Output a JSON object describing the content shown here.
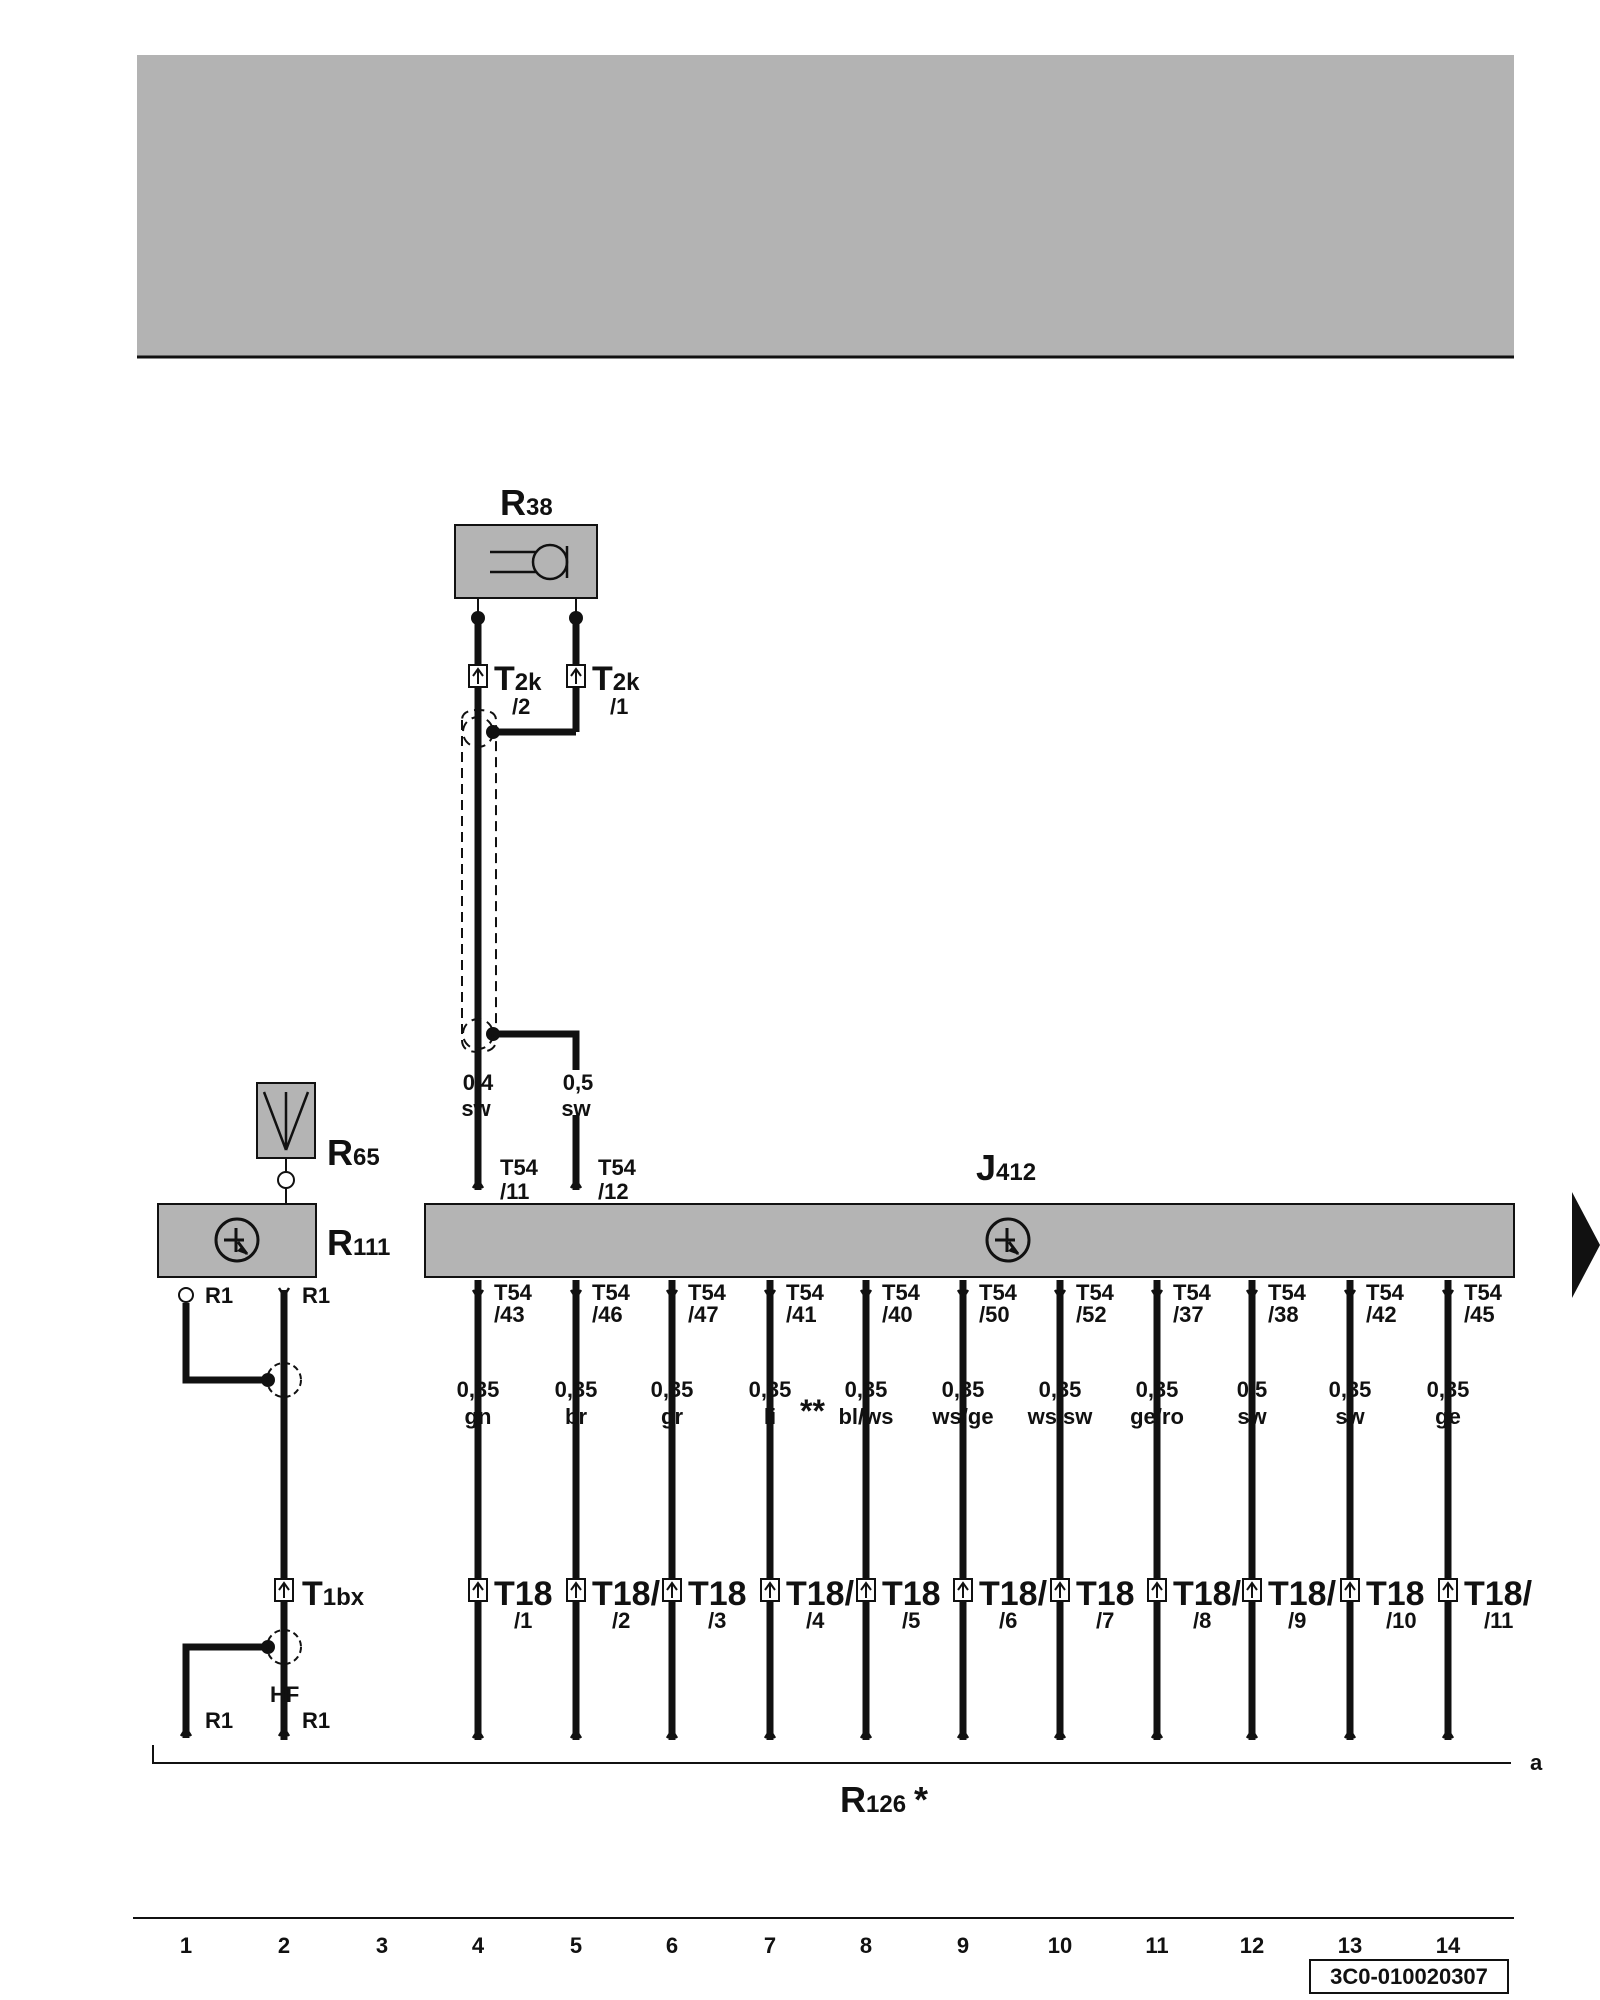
{
  "components": {
    "r38": {
      "main": "R",
      "sub": "38"
    },
    "r65": {
      "main": "R",
      "sub": "65"
    },
    "r111": {
      "main": "R",
      "sub": "111"
    },
    "j412": {
      "main": "J",
      "sub": "412"
    },
    "r126": {
      "main": "R",
      "sub": "126",
      "mark": "*"
    }
  },
  "top_wires": [
    {
      "conn_main": "T",
      "conn_sub": "2k",
      "pin": "/2",
      "size": "0,4",
      "color": "sw",
      "t54": "T54",
      "t54_pin": "/11"
    },
    {
      "conn_main": "T",
      "conn_sub": "2k",
      "pin": "/1",
      "size": "0,5",
      "color": "sw",
      "t54": "T54",
      "t54_pin": "/12"
    }
  ],
  "r111_pins": {
    "left": "R1",
    "right": "R1"
  },
  "ground": {
    "t1bx_main": "T",
    "t1bx_sub": "1bx",
    "hf": "HF",
    "left": "R1",
    "right": "R1"
  },
  "j412_wires": [
    {
      "col": 4,
      "t54": "T54",
      "t54_pin": "/43",
      "size": "0,35",
      "color": "gn",
      "t18": "T18",
      "t18_pin": "/1"
    },
    {
      "col": 5,
      "t54": "T54",
      "t54_pin": "/46",
      "size": "0,35",
      "color": "br",
      "t18": "T18/",
      "t18_pin": "/2"
    },
    {
      "col": 6,
      "t54": "T54",
      "t54_pin": "/47",
      "size": "0,35",
      "color": "gr",
      "t18": "T18",
      "t18_pin": "/3"
    },
    {
      "col": 7,
      "t54": "T54",
      "t54_pin": "/41",
      "size": "0,35",
      "color": "li",
      "t18": "T18/",
      "t18_pin": "/4"
    },
    {
      "col": 8,
      "t54": "T54",
      "t54_pin": "/40",
      "size": "0,35",
      "color": "bl/ws",
      "t18": "T18",
      "t18_pin": "/5"
    },
    {
      "col": 9,
      "t54": "T54",
      "t54_pin": "/50",
      "size": "0,35",
      "color": "ws/ge",
      "t18": "T18/",
      "t18_pin": "/6"
    },
    {
      "col": 10,
      "t54": "T54",
      "t54_pin": "/52",
      "size": "0,35",
      "color": "ws/sw",
      "t18": "T18",
      "t18_pin": "/7"
    },
    {
      "col": 11,
      "t54": "T54",
      "t54_pin": "/37",
      "size": "0,35",
      "color": "ge/ro",
      "t18": "T18/",
      "t18_pin": "/8"
    },
    {
      "col": 12,
      "t54": "T54",
      "t54_pin": "/38",
      "size": "0,5",
      "color": "sw",
      "t18": "T18/",
      "t18_pin": "/9"
    },
    {
      "col": 13,
      "t54": "T54",
      "t54_pin": "/42",
      "size": "0,35",
      "color": "sw",
      "t18": "T18",
      "t18_pin": "/10"
    },
    {
      "col": 14,
      "t54": "T54",
      "t54_pin": "/45",
      "size": "0,35",
      "color": "ge",
      "t18": "T18/",
      "t18_pin": "/11"
    }
  ],
  "note_stars": "**",
  "bus_end_label": "a",
  "column_numbers": [
    "1",
    "2",
    "3",
    "4",
    "5",
    "6",
    "7",
    "8",
    "9",
    "10",
    "11",
    "12",
    "13",
    "14"
  ],
  "doc_code": "3C0-010020307",
  "colors": {
    "box_fill": "#b4b4b4",
    "wire": "#111111",
    "header_fill": "#b3b3b3"
  }
}
